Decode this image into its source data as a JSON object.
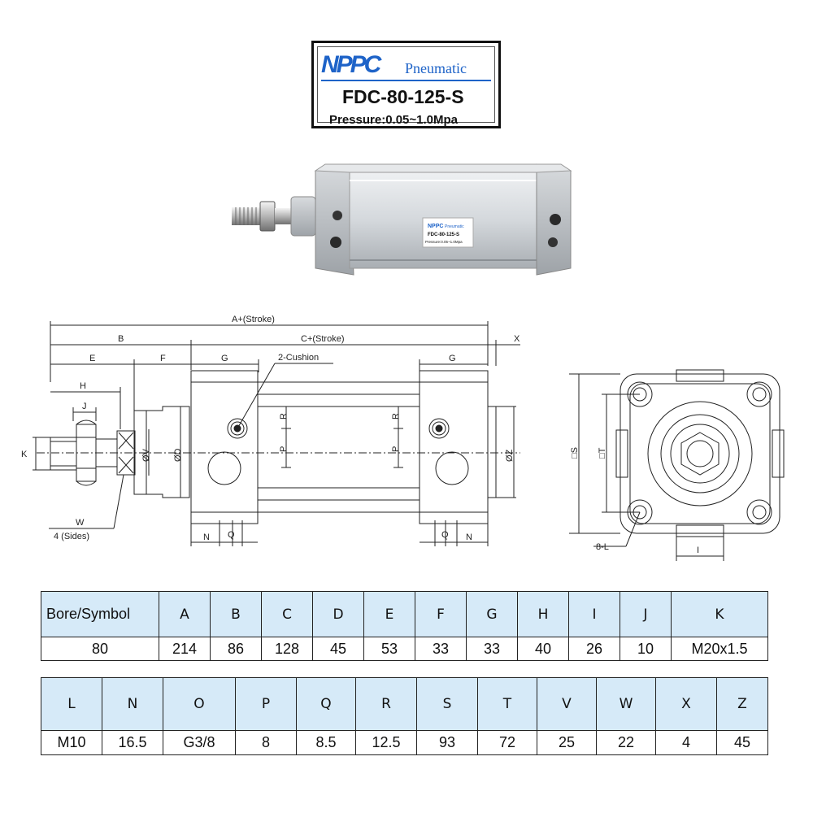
{
  "label": {
    "brand": "NPPC",
    "brand_sub": "Pneumatic",
    "model": "FDC-80-125-S",
    "pressure": "Pressure:0.05~1.0Mpa"
  },
  "product_label": {
    "brand": "NPPC",
    "brand_sub": "Pneumatic",
    "model": "FDC-80-125-S",
    "pressure": "Pressure:0.05~1.0Mpa"
  },
  "drawing": {
    "side_labels": {
      "a_stroke": "A+(Stroke)",
      "b": "B",
      "c_stroke": "C+(Stroke)",
      "x": "X",
      "e": "E",
      "f": "F",
      "g_left": "G",
      "g_right": "G",
      "cushion": "2-Cushion",
      "h": "H",
      "j": "J",
      "k": "K",
      "v": "ØV",
      "d": "ØD",
      "z": "ØZ",
      "r_left": "R",
      "r_right": "R",
      "p_left": "P",
      "p_right": "P",
      "w": "W",
      "w_sides": "4   (Sides)",
      "n_left": "N",
      "q_left": "Q",
      "q_right": "Q",
      "n_right": "N"
    },
    "end_labels": {
      "s": "□S",
      "t": "□T",
      "l": "8-L",
      "i": "I"
    }
  },
  "table1": {
    "headers": [
      "Bore/Symbol",
      "A",
      "B",
      "C",
      "D",
      "E",
      "F",
      "G",
      "H",
      "I",
      "J",
      "K"
    ],
    "values": [
      "80",
      "214",
      "86",
      "128",
      "45",
      "53",
      "33",
      "33",
      "40",
      "26",
      "10",
      "M20x1.5"
    ]
  },
  "table2": {
    "headers": [
      "L",
      "N",
      "O",
      "P",
      "Q",
      "R",
      "S",
      "T",
      "V",
      "W",
      "X",
      "Z"
    ],
    "values": [
      "M10",
      "16.5",
      "G3/8",
      "8",
      "8.5",
      "12.5",
      "93",
      "72",
      "25",
      "22",
      "4",
      "45"
    ]
  },
  "colors": {
    "brand_blue": "#1e63c8",
    "header_fill": "#d6eaf8",
    "line": "#222222",
    "cylinder_body": "#c9ced3"
  }
}
